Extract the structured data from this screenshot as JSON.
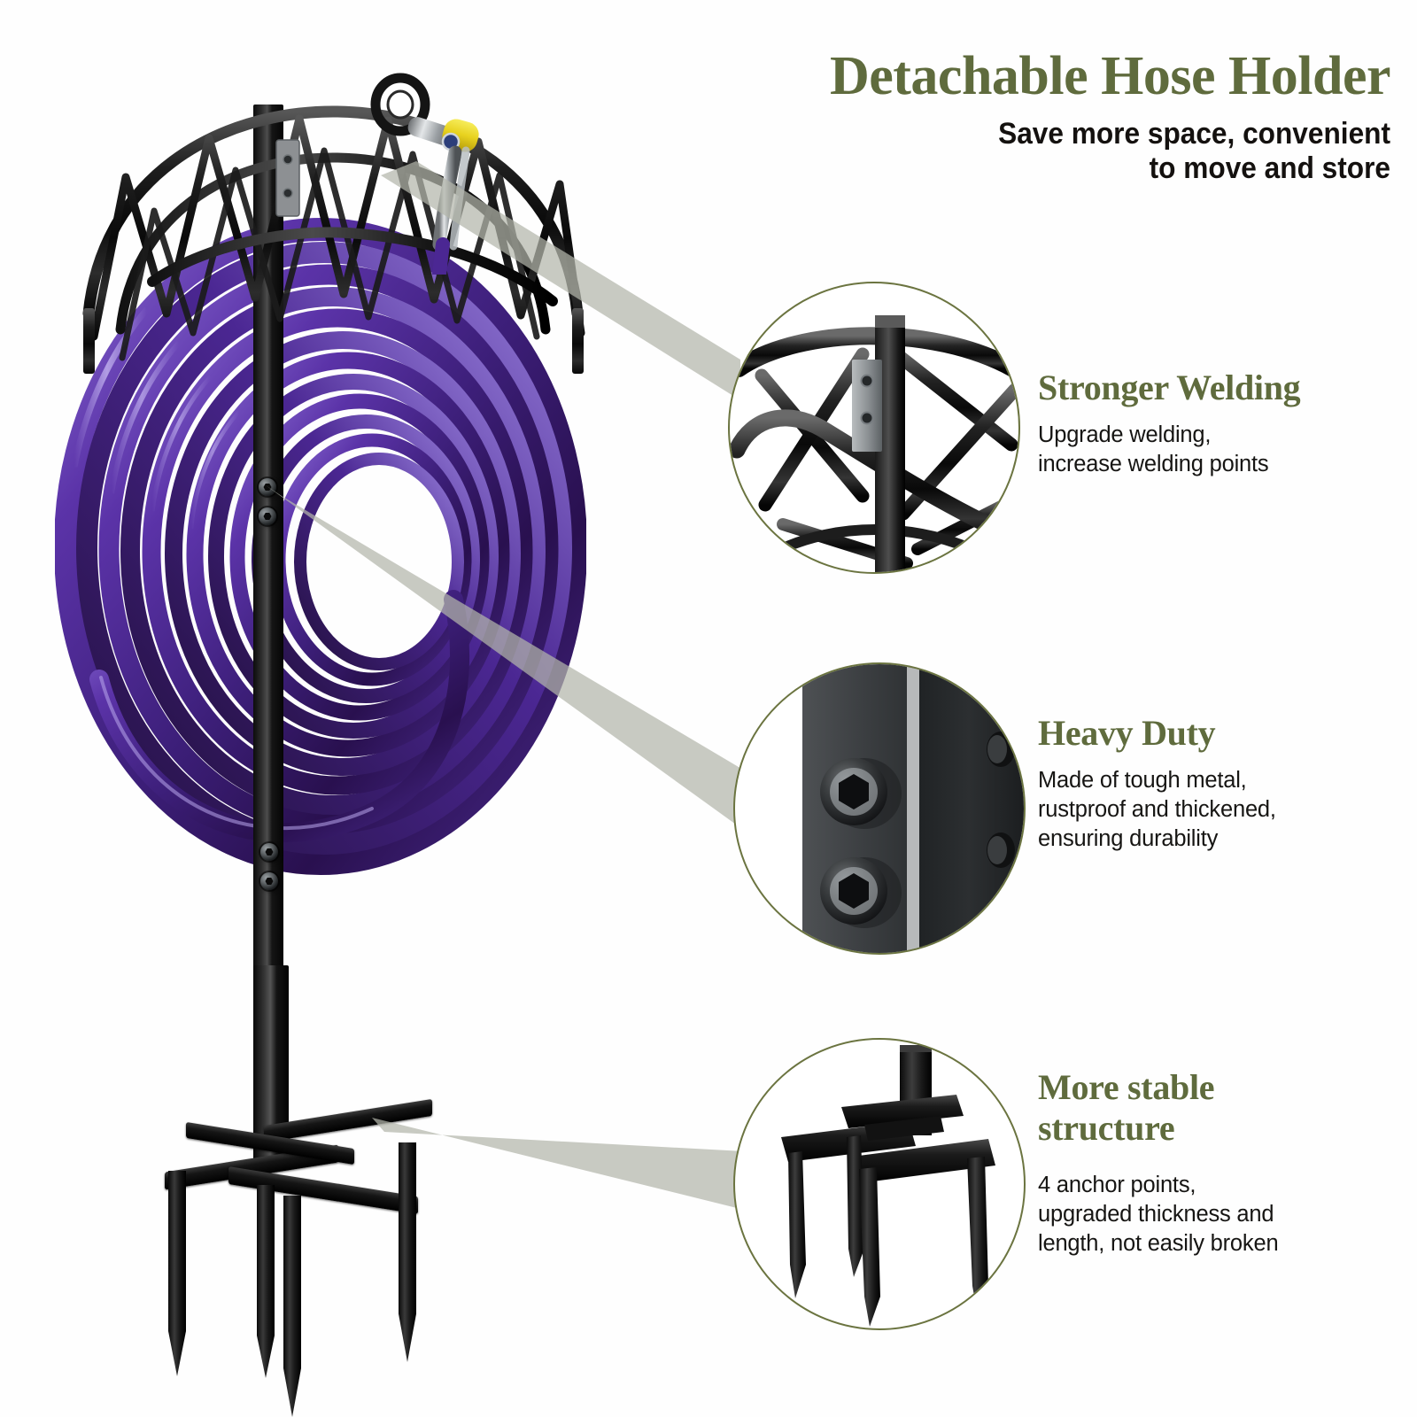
{
  "header": {
    "title": "Detachable Hose Holder",
    "subtitle_line1": "Save more space, convenient",
    "subtitle_line2": "to move and store"
  },
  "colors": {
    "accent_green": "#5f6b3d",
    "circle_border": "#6b7440",
    "body_text": "#161513",
    "hose_purple": "#3d1f7a",
    "hose_highlight": "#8c6fd6",
    "metal_black": "#101010",
    "beam_gray": "#b3b6ab",
    "nozzle_yellow": "#e8d21f",
    "background": "#ffffff"
  },
  "features": [
    {
      "id": "stronger-welding",
      "title": "Stronger Welding",
      "body_line1": "Upgrade welding,",
      "body_line2": "increase welding points",
      "detail_image": "welded-truss-joint-closeup"
    },
    {
      "id": "heavy-duty",
      "title": "Heavy Duty",
      "body_line1": "Made of tough metal,",
      "body_line2": "rustproof and thickened,",
      "body_line3": "ensuring durability",
      "detail_image": "hex-bolt-post-closeup"
    },
    {
      "id": "more-stable-structure",
      "title_line1": "More stable",
      "title_line2": "structure",
      "body_line1": "4 anchor points,",
      "body_line2": "upgraded thickness and",
      "body_line3": "length, not easily broken",
      "detail_image": "four-spike-anchor-base-closeup"
    }
  ],
  "product": {
    "name": "detachable-garden-hose-holder-stand",
    "hose_color_name": "purple",
    "frame_color_name": "black",
    "anchor_spike_count": 4,
    "nozzle": "spray-nozzle-with-yellow-collar"
  }
}
